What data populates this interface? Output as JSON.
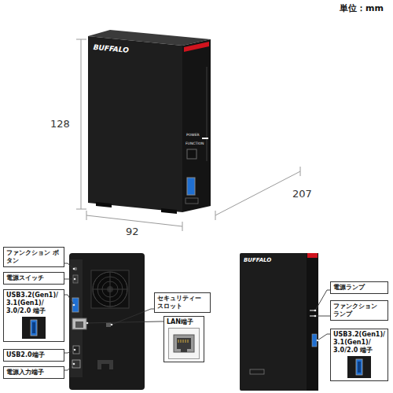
{
  "diagram": {
    "nodes": [
      {
        "text": [
          "ファンクション ボタン"
        ]
      },
      {
        "text": [
          "電源スイッチ"
        ]
      },
      {
        "text": [
          "USB3.2(Gen1)/ 3.1(Gen1)/ 3.0/2.0 端子"
        ]
      },
      {
        "text": [
          "USB2.0端子"
        ]
      },
      {
        "text": [
          "電源入力端子"
        ]
      },
      {
        "text": [
          "セキュリティー スロット"
        ]
      },
      {
        "text": [
          "LAN端子"
        ]
      },
      {
        "text": [
          "電源ランプ"
        ]
      },
      {
        "text": [
          "ファンクション ランプ"
        ]
      },
      {
        "text": [
          "USB3.2(Gen1)/ 3.1(Gen1)/ 3.0/2.0 端子"
        ]
      }
    ],
    "labels": [
      "単位：mm",
      "128",
      "92",
      "207",
      "BUFFALO",
      "POWER",
      "FUNCTION",
      "BUFFALO"
    ]
  }
}
